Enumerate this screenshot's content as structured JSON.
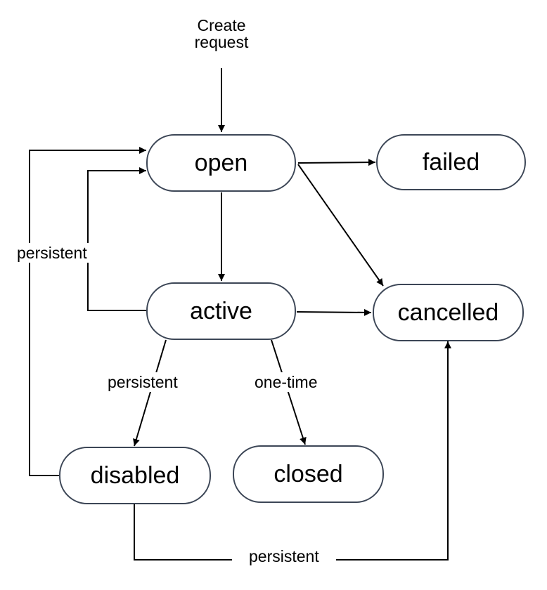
{
  "entry": {
    "line1": "Create",
    "line2": "request"
  },
  "states": {
    "open": "open",
    "failed": "failed",
    "active": "active",
    "cancelled": "cancelled",
    "disabled": "disabled",
    "closed": "closed"
  },
  "transitions": {
    "disabled_to_open": "persistent",
    "active_to_disabled": "persistent",
    "active_to_closed": "one-time",
    "disabled_to_cancelled": "persistent"
  }
}
